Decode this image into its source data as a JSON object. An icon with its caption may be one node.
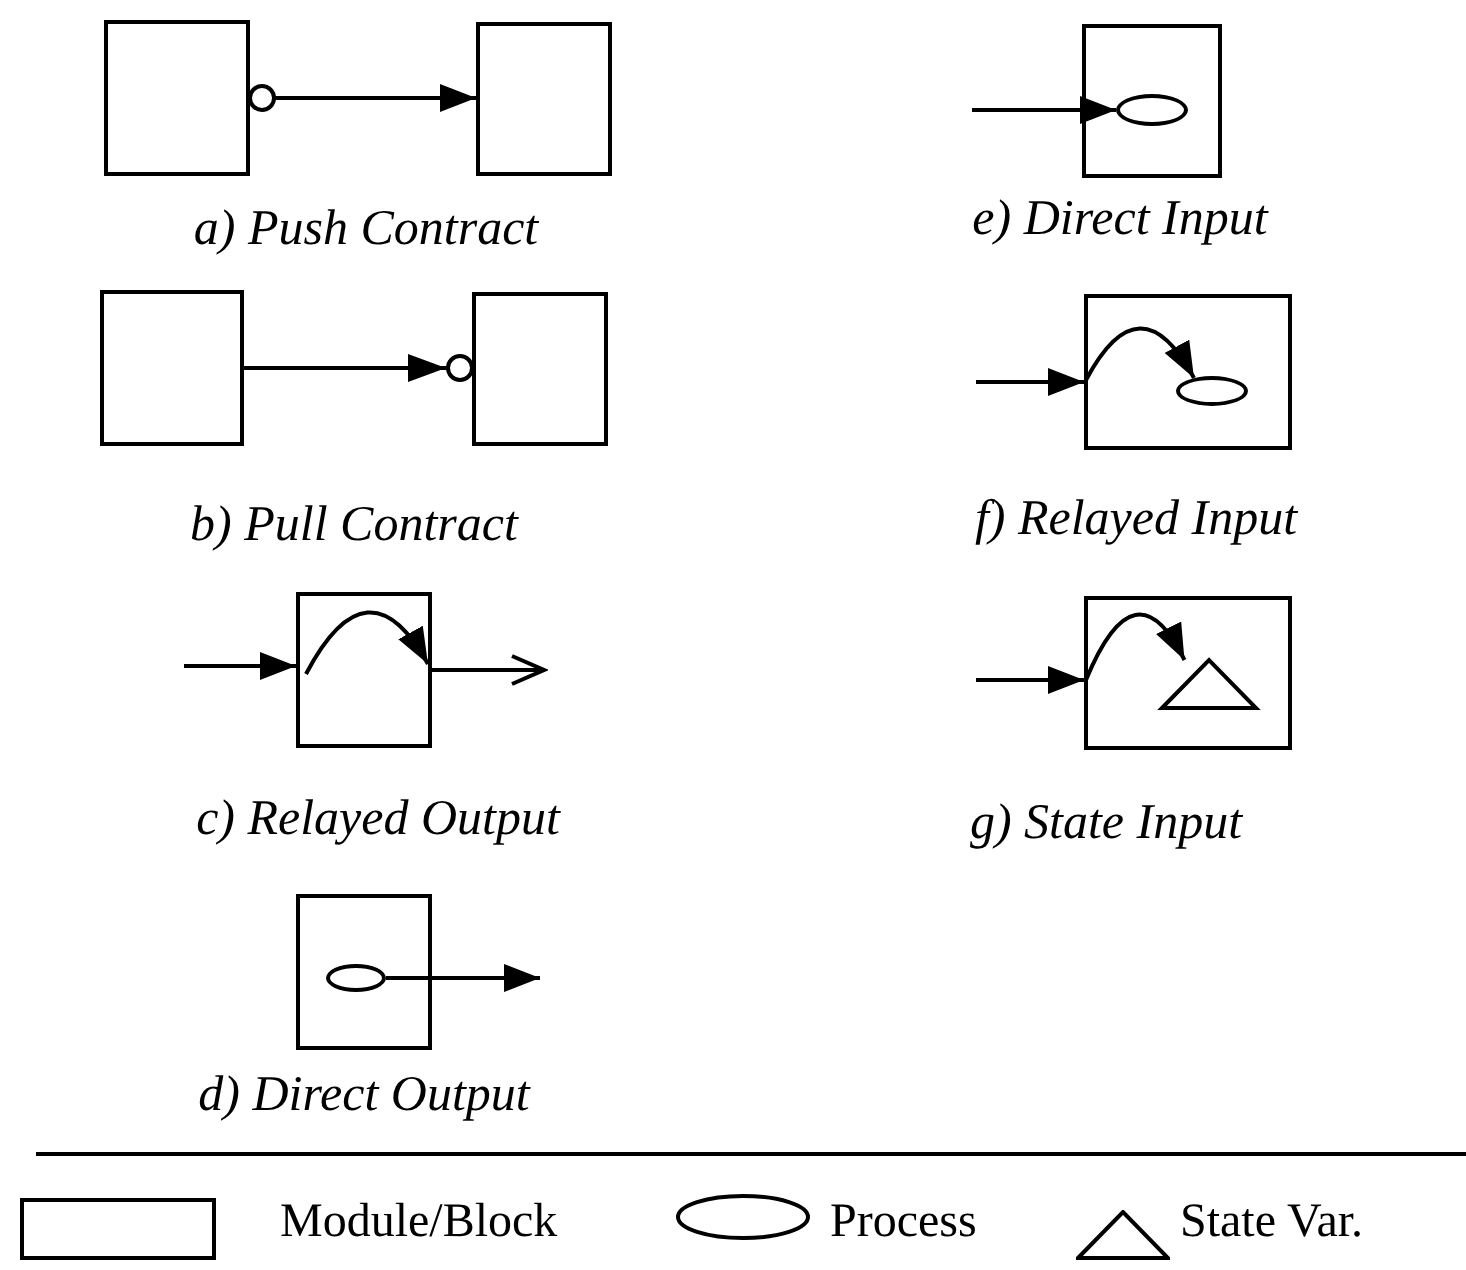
{
  "diagram": {
    "nodes": [
      {
        "text": [],
        "shape": "box"
      },
      {
        "text": [],
        "shape": "box"
      },
      {
        "text": [],
        "shape": "box"
      },
      {
        "text": [],
        "shape": "box"
      },
      {
        "text": [],
        "shape": "box"
      },
      {
        "text": [],
        "shape": "box"
      },
      {
        "text": [],
        "shape": "ellipse",
        "in": 5
      },
      {
        "text": [],
        "shape": "box"
      },
      {
        "text": [],
        "shape": "ellipse",
        "in": 7
      },
      {
        "text": [],
        "shape": "box"
      },
      {
        "text": [],
        "shape": "ellipse",
        "in": 9
      },
      {
        "text": [],
        "shape": "box"
      },
      {
        "text": [],
        "shape": "triangle",
        "in": 11
      }
    ],
    "edges": [
      {
        "from": 0,
        "to": 1,
        "arrow": "to"
      },
      {
        "from": 2,
        "to": 3,
        "arrow": "to"
      },
      {
        "from": null,
        "to": 4,
        "arrow": "to"
      },
      {
        "from": 4,
        "to": null,
        "arrow": "to"
      },
      {
        "from": 6,
        "to": null,
        "arrow": "to"
      },
      {
        "from": null,
        "to": 8,
        "arrow": "to"
      },
      {
        "from": null,
        "to": 9,
        "arrow": "to"
      },
      {
        "from": 9,
        "to": 10,
        "arrow": "to"
      },
      {
        "from": null,
        "to": 11,
        "arrow": "to"
      },
      {
        "from": 11,
        "to": 12,
        "arrow": "to"
      }
    ],
    "labels": [
      "a) Push Contract",
      "e) Direct Input",
      "b) Pull Contract",
      "f) Relayed Input",
      "c) Relayed Output",
      "g) State Input",
      "d) Direct Output"
    ],
    "legend": [
      {
        "text": "Module/Block"
      },
      {
        "text": "Process"
      },
      {
        "text": "State Var."
      }
    ]
  }
}
